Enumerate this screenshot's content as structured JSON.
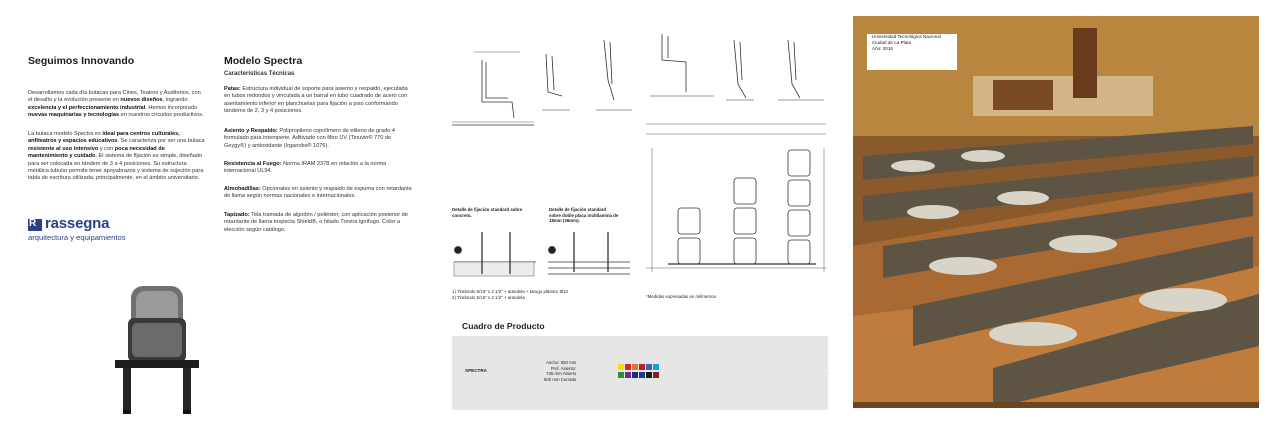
{
  "panel1": {
    "title": "Seguimos Innovando",
    "para1": [
      {
        "t": "Desarrollamos cada día butacas para Cines, Teatros y Auditorios, con el desafío y la evolución presente en "
      },
      {
        "t": "nuevos diseños",
        "b": true
      },
      {
        "t": ", logrando "
      },
      {
        "t": "excelencia y el perfeccionamiento industrial",
        "b": true
      },
      {
        "t": ". Hemos incorporado "
      },
      {
        "t": "nuevas maquinarias y tecnologías",
        "b": true
      },
      {
        "t": " en nuestros circuitos productivos."
      }
    ],
    "para2": [
      {
        "t": "La butaca modelo Spectra es "
      },
      {
        "t": "ideal para centros culturales, anfiteatros y espacios educativos",
        "b": true
      },
      {
        "t": ". Se caracteriza por ser una butaca "
      },
      {
        "t": "resistente al uso intensivo",
        "b": true
      },
      {
        "t": " y con "
      },
      {
        "t": "poca necesidad de mantenimiento y cuidado",
        "b": true
      },
      {
        "t": ". El sistema de fijación es simple, diseñado para ser colocada en tándem de 3 a 4 posiciones. Su estructura metálica tubular permite tener apoyabrazos y sistema de sujeción para tabla de escritura utilizada, principalmente, en el ámbito universitario."
      }
    ],
    "logo": {
      "mark": "R",
      "name": "rassegna",
      "tagline": "arquitectura y equipamientos"
    }
  },
  "panel2": {
    "title": "Modelo Spectra",
    "subtitle": "Características Técnicas",
    "specs": [
      {
        "label": "Patas:",
        "text": " Estructura individual de soporte para asiento y respaldo, ejecutada en tubos redondos y vinculada a un barral en tubo cuadrado de acero con asentamiento inferior en planchuelas para fijación a piso conformando tándems de 2, 3 y 4 posiciones."
      },
      {
        "label": "Asiento y Respaldo:",
        "text": " Polipropileno copolímero de etileno de grado 4 formulado para intemperie. Aditivado con filtro UV (Tinuvin® 770 de Geygy®) y antioxidante (Irganobs® 1076)."
      },
      {
        "label": "Resistencia al Fuego:",
        "text": " Norma IRAM 2378 en relación a la norma internacional UL94."
      },
      {
        "label": "Almohadillas:",
        "text": " Opcionales en asiento y respaldo de espuma con retardante de llama según normas nacionales e internacionales."
      },
      {
        "label": "Tapizado:",
        "text": " Tela tramada de algodón / poliéster, con aplicación posterior de retardante de llama Inspecta Shield®, o hilado Trevira ignífugo. Color a elección según catálogo."
      }
    ]
  },
  "panel3": {
    "detail1_caption": "Detalle de fijación standard sobre concreto.",
    "detail2_caption": "Detalle de fijación standard sobre doble placa multilamina de 18mm (36mm).",
    "fix_notes": [
      "1) Tirafondo 5/16\" x 2 1/2\" + arandela + tarugo plástico Ø10",
      "2) Tirafondo 5/16\" x 2 1/2\" + arandela"
    ],
    "measure_note": "*Medidas expresadas en milímetros.",
    "product_table": {
      "title": "Cuadro de Producto",
      "model": "SPECTRA",
      "dims": [
        "Ancho: 550 mm",
        "Prof. Asiento:",
        "735 mm Abierto",
        "500 mm Cerrado"
      ],
      "swatches": [
        "#f2e200",
        "#d7222e",
        "#e07a1f",
        "#c01a2a",
        "#3a63b0",
        "#14a0d8",
        "#2f8f3b",
        "#6c2f80",
        "#1a2f80",
        "#233b8a",
        "#1c1c1c",
        "#7b1f2a"
      ],
      "icons": [
        "texture-icon",
        "flame-retardant-icon",
        "writing-tablet-icon"
      ]
    }
  },
  "panel4": {
    "info": [
      "Universidad Tecnológica Nacional",
      "Ciudad de La Plata",
      "Año: 2016"
    ]
  }
}
